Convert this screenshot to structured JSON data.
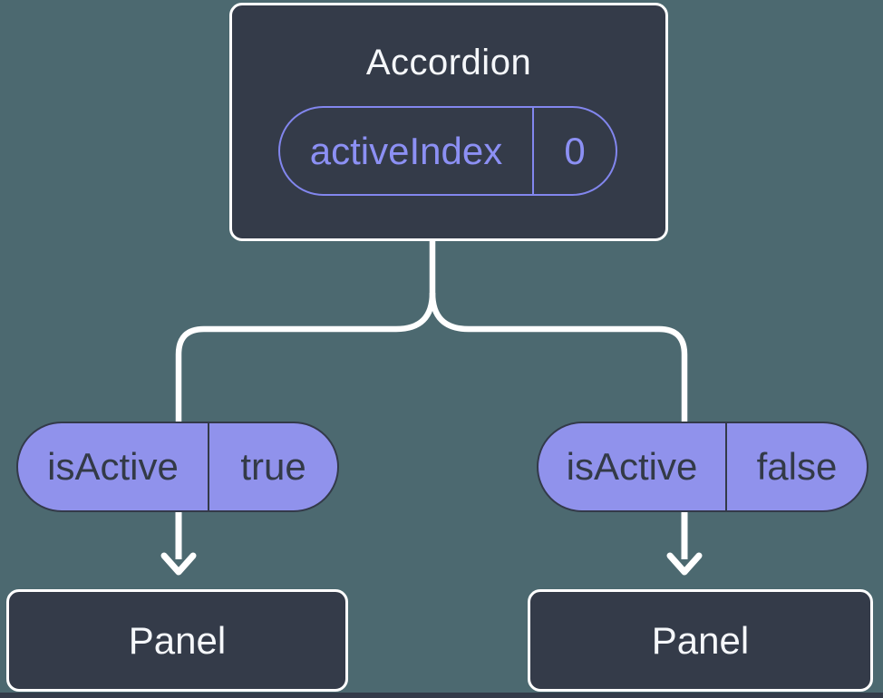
{
  "diagram": {
    "root": {
      "title": "Accordion",
      "state": {
        "name": "activeIndex",
        "value": "0"
      }
    },
    "branches": [
      {
        "prop": {
          "name": "isActive",
          "value": "true"
        },
        "child": {
          "title": "Panel"
        }
      },
      {
        "prop": {
          "name": "isActive",
          "value": "false"
        },
        "child": {
          "title": "Panel"
        }
      }
    ],
    "colors": {
      "background": "#4C6970",
      "node_fill": "#343B49",
      "node_border": "#FFFFFF",
      "node_text": "#F5F7FA",
      "state_pill_stroke": "#8286EE",
      "state_pill_text": "#8C90F4",
      "prop_pill_fill": "#9092EC",
      "prop_pill_stroke": "#333A49",
      "prop_pill_text": "#333A47",
      "connector": "#FFFFFF"
    }
  }
}
